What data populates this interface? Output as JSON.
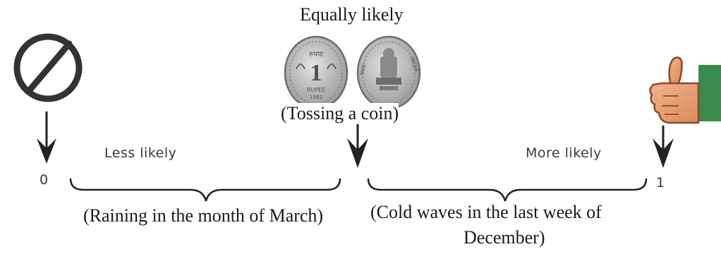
{
  "diagram": {
    "top_label": "Equally likely",
    "middle_caption": "(Tossing a coin)",
    "left_scale_label": "Less likely",
    "right_scale_label": "More likely",
    "tick_zero": "0",
    "tick_one": "1",
    "left_example": "(Raining in the month of March)",
    "right_example_line1": "(Cold waves in the last week of",
    "right_example_line2": "December)",
    "coin_front_text": "रुपया 1 RUPEE 1982",
    "coin_back_text": "भारत INDIA",
    "icons": [
      "prohibited-sign-icon",
      "coin-heads-icon",
      "coin-tails-icon",
      "thumbs-up-icon"
    ],
    "colors": {
      "less_likely": "#c0303a",
      "neutral": "#8b5a3c",
      "more_likely": "#3f9a55",
      "coin": "#b8b8b8"
    }
  }
}
